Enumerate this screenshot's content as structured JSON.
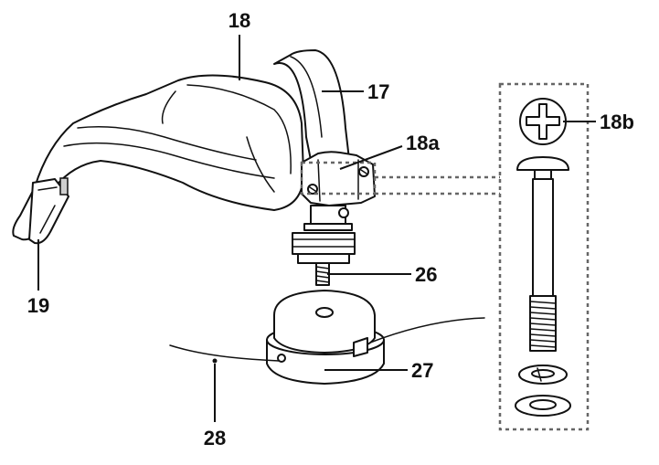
{
  "diagram": {
    "labels": {
      "guard": "18",
      "shaft": "17",
      "clamp": "18a",
      "bolt_head": "18b",
      "bolt_stud": "26",
      "trimmer_head": "27",
      "cutting_line": "28",
      "line_cutter": "19"
    }
  }
}
